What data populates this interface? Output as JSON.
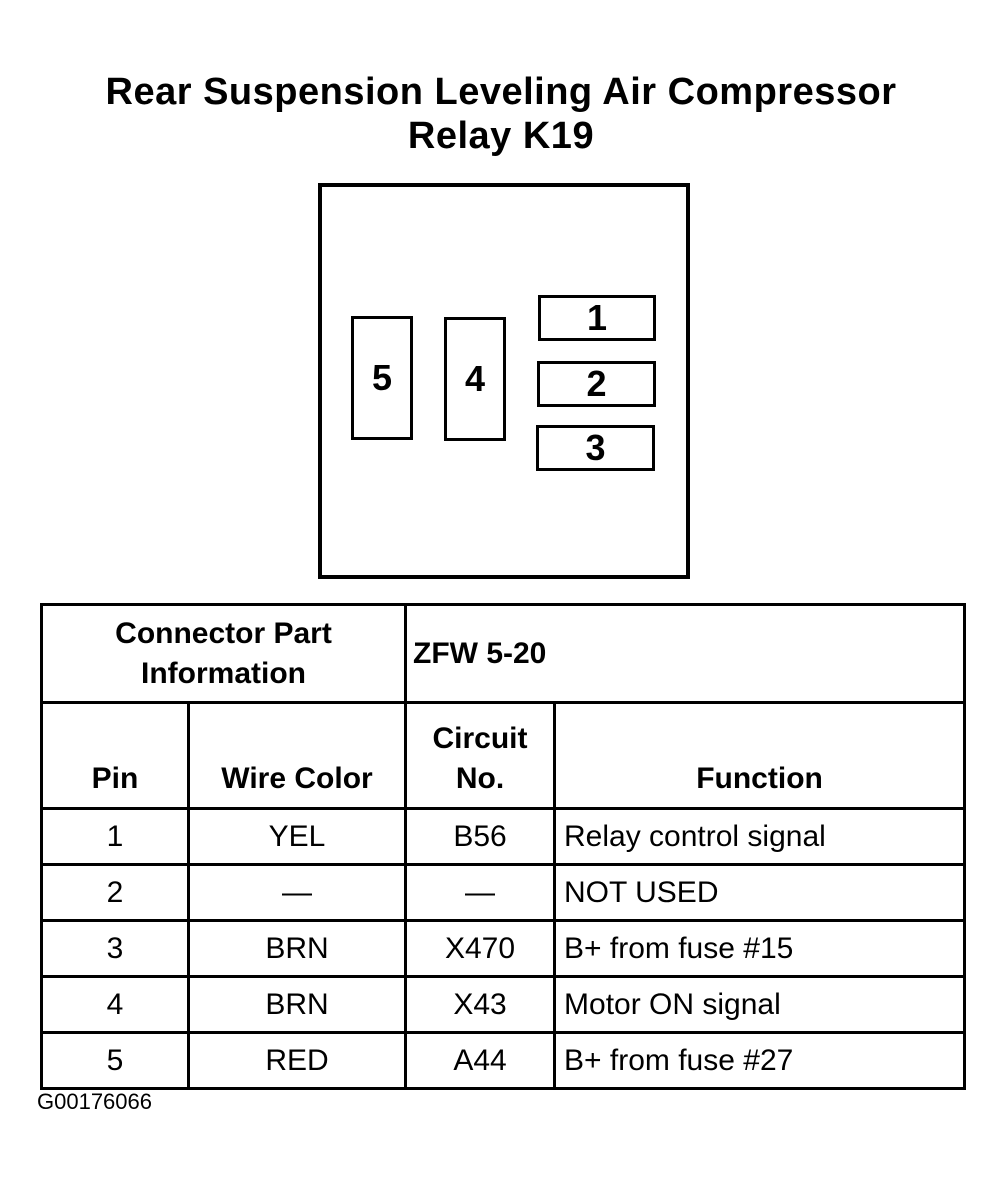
{
  "title": {
    "line1": "Rear Suspension Leveling Air Compressor",
    "line2": "Relay K19"
  },
  "connector_face": {
    "pins": [
      {
        "label": "1"
      },
      {
        "label": "2"
      },
      {
        "label": "3"
      },
      {
        "label": "4"
      },
      {
        "label": "5"
      }
    ]
  },
  "table": {
    "part_info_label_line1": "Connector Part",
    "part_info_label_line2": "Information",
    "part_info_value": "ZFW 5-20",
    "headers": {
      "pin": "Pin",
      "wire_color": "Wire Color",
      "circuit_line1": "Circuit",
      "circuit_line2": "No.",
      "function": "Function"
    },
    "rows": [
      {
        "pin": "1",
        "wire_color": "YEL",
        "circuit": "B56",
        "function": "Relay control signal"
      },
      {
        "pin": "2",
        "wire_color": "—",
        "circuit": "—",
        "function": "NOT USED"
      },
      {
        "pin": "3",
        "wire_color": "BRN",
        "circuit": "X470",
        "function": "B+ from fuse #15"
      },
      {
        "pin": "4",
        "wire_color": "BRN",
        "circuit": "X43",
        "function": "Motor ON signal"
      },
      {
        "pin": "5",
        "wire_color": "RED",
        "circuit": "A44",
        "function": "B+ from fuse #27"
      }
    ]
  },
  "figure_id": "G00176066"
}
